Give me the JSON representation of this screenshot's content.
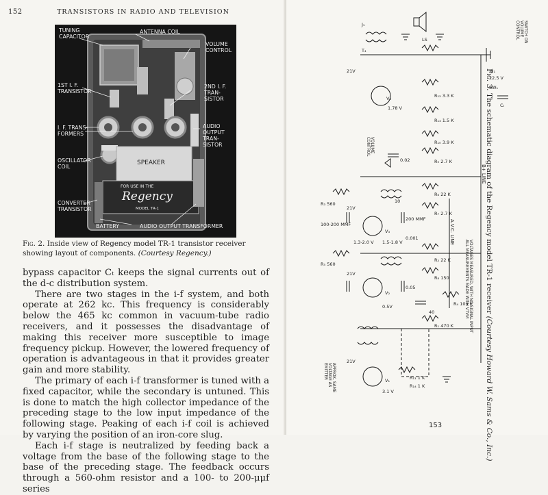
{
  "left_page": {
    "page_number": "152",
    "running_head": "TRANSISTORS IN RADIO AND TELEVISION",
    "photo_labels": {
      "tuning_capacitor": "TUNING\nCAPACITOR",
      "antenna_coil": "ANTENNA COIL",
      "volume_control": "VOLUME\nCONTROL",
      "first_if_transistor": "1ST I. F.\nTRANSISTOR",
      "second_if_transistor": "2ND I. F.\nTRAN-\nSISTOR",
      "if_transformers": "I. F. TRANS-\nFORMERS",
      "audio_output_transistor": "AUDIO\nOUTPUT\nTRAN-\nSISTOR",
      "oscillator_coil": "OSCILLATOR\nCOIL",
      "speaker": "SPEAKER",
      "for_use_in": "FOR USE IN THE",
      "brand": "Regency",
      "model": "MODEL TR-1",
      "converter_transistor": "CONVERTER\nTRANSISTOR",
      "battery": "BATTERY",
      "audio_output_transformer": "AUDIO OUTPUT TRANSFORMER"
    },
    "caption": {
      "lead": "Fig. 2.",
      "text": "Inside view of Regency model TR-1 transistor receiver showing layout of components.",
      "credit": "(Courtesy Regency.)"
    },
    "paragraphs": [
      "bypass capacitor Cₜ keeps the signal currents out of the d-c distribution system.",
      "There are two stages in the i-f system, and both operate at 262 kc. This frequency is considerably below the 465 kc common in vacuum-tube radio receivers, and it possesses the disadvantage of making this receiver more susceptible to image frequency pickup. However, the lowered frequency of operation is advantageous in that it provides greater gain and more stability.",
      "The primary of each i-f transformer is tuned with a fixed capacitor, while the secondary is untuned. This is done to match the high collector impedance of the preceding stage to the low input impedance of the following stage. Peaking of each i-f coil is achieved by varying the position of an iron-core slug.",
      "Each i-f stage is neutralized by feeding back a voltage from the base of the following stage to the base of the preceding stage. The feedback occurs through a 560-ohm resistor and a 100- to 200-μμf series"
    ]
  },
  "right_page": {
    "page_number": "153",
    "caption": {
      "lead": "Fig. 3.",
      "text": "The schematic diagram of the Regency model TR-1 receiver",
      "credit": "(Courtesy Howard W. Sams & Co., Inc.)"
    },
    "schematic_labels": {
      "switch": "SWITCH ON\nVOLUME\nCONTROL",
      "b1": "B₁",
      "b1_value": "22.5 V",
      "sw1": "SW₁",
      "ls": "LS",
      "j1": "J₁",
      "t4": "T₄",
      "volume_control": "VOLUME\nCONTROL",
      "b_plus_line": "B+ LINE",
      "avc_line": "A.V.C. LINE",
      "note": "VOLTAGES MEASURED, WITH NO SIGNAL INPUT\nALL MEASUREMENTS MADE WITH VTVM",
      "approx_same": "APPROX. SAME\nVOLTAGE AS\nEMITTER",
      "v1": "V₁",
      "v2": "V₂",
      "v3": "V₃",
      "v4": "V₄",
      "r1": "R₁ 470 K",
      "r2": "R₂ 22 K",
      "r3": "R₃ 560",
      "r4": "R₄ 100 K",
      "r5": "R₅ 560",
      "r6": "R₆ 22 K",
      "r7": "R₇ 2.7 K",
      "r8": "R₈ 150",
      "r9": "R₉ 2.7 K",
      "r10": "R₁₀ 3.9 K",
      "r11": "R₁₁ 1 K",
      "r12": "R₁₂ 3.3 K",
      "r13": "R₁₃ 1.5 K",
      "r14": "R₁₄ 1 K",
      "c_100_200": "100-200 MMF",
      "c_200": "200 MMF",
      "c_002": "0.02",
      "c_005": "0.05",
      "c_001": "0.001",
      "c_40": "40",
      "c_10": "10",
      "ct": "Cₜ",
      "v21": "21V",
      "v_5": "0.5V",
      "v_178": "1.78 V",
      "v_15": "1.5-1.8 V",
      "v_13": "1.3-2.0 V",
      "v_31": "3.1 V"
    }
  }
}
